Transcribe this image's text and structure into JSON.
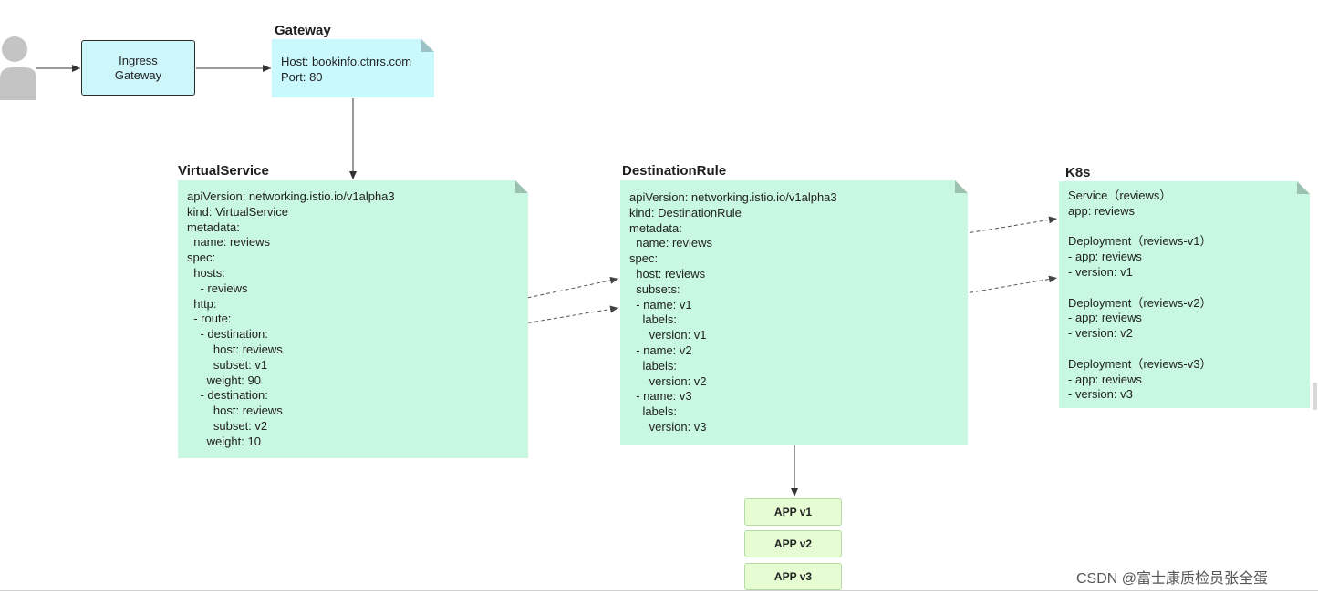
{
  "ingress_label": "Ingress\nGateway",
  "gateway": {
    "title": "Gateway",
    "host": "Host: bookinfo.ctnrs.com",
    "port": "Port: 80"
  },
  "virtual_service": {
    "title": "VirtualService",
    "code": "apiVersion: networking.istio.io/v1alpha3\nkind: VirtualService\nmetadata:\n  name: reviews\nspec:\n  hosts:\n    - reviews\n  http:\n  - route:\n    - destination:\n        host: reviews\n        subset: v1\n      weight: 90\n    - destination:\n        host: reviews\n        subset: v2\n      weight: 10"
  },
  "destination_rule": {
    "title": "DestinationRule",
    "code": "apiVersion: networking.istio.io/v1alpha3\nkind: DestinationRule\nmetadata:\n  name: reviews\nspec:\n  host: reviews\n  subsets:\n  - name: v1\n    labels:\n      version: v1\n  - name: v2\n    labels:\n      version: v2\n  - name: v3\n    labels:\n      version: v3"
  },
  "k8s": {
    "title": "K8s",
    "code": "Service（reviews）\napp: reviews\n\nDeployment（reviews-v1）\n- app: reviews\n- version: v1\n\nDeployment（reviews-v2）\n- app: reviews\n- version: v2\n\nDeployment（reviews-v3）\n- app: reviews\n- version: v3"
  },
  "apps": {
    "v1": "APP v1",
    "v2": "APP v2",
    "v3": "APP v3"
  },
  "watermark": "CSDN @富士康质检员张全蛋",
  "colors": {
    "gateway_note": "#c9f8fd",
    "ingress_box": "#cdf6fb",
    "yaml_note": "#c8f7e2",
    "app_box": "#e6fcd3"
  }
}
